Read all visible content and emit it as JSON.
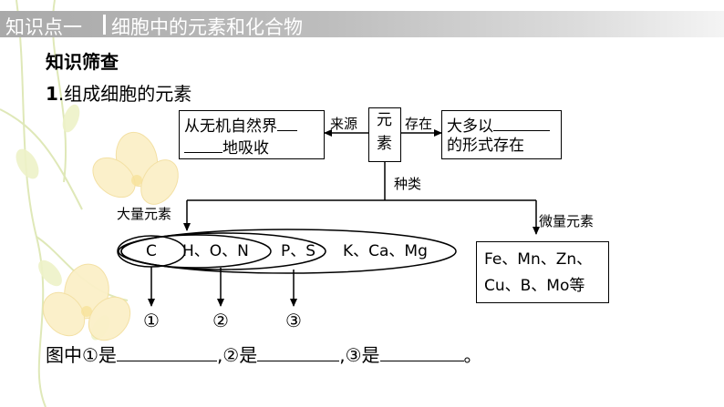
{
  "header": {
    "section_num": "知识点一",
    "section_name": "细胞中的元素和化合物"
  },
  "heading": "知识筛查",
  "subheading": {
    "num": "1",
    "text": ".组成细胞的元素"
  },
  "diagram": {
    "source_box": {
      "line1": "从无机自然界",
      "line2": "地吸收"
    },
    "source_label": "来源",
    "center_box": {
      "char1": "元",
      "char2": "素"
    },
    "exist_label": "存在",
    "exist_box": {
      "line1": "大多以",
      "line2": "的形式存在"
    },
    "kind_label": "种类",
    "macro_label": "大量元素",
    "micro_label": "微量元素",
    "macro_elements": {
      "c": "C",
      "hon": "H、O、N",
      "ps": "P、S",
      "kcamg": "K、Ca、Mg"
    },
    "micro_box": {
      "line1": "Fe、Mn、Zn、",
      "line2": "Cu、B、Mo等"
    },
    "markers": [
      "①",
      "②",
      "③"
    ]
  },
  "fill_in": {
    "prefix": "图中①是",
    "part2": ",②是",
    "part3": ",③是",
    "end": "。"
  }
}
